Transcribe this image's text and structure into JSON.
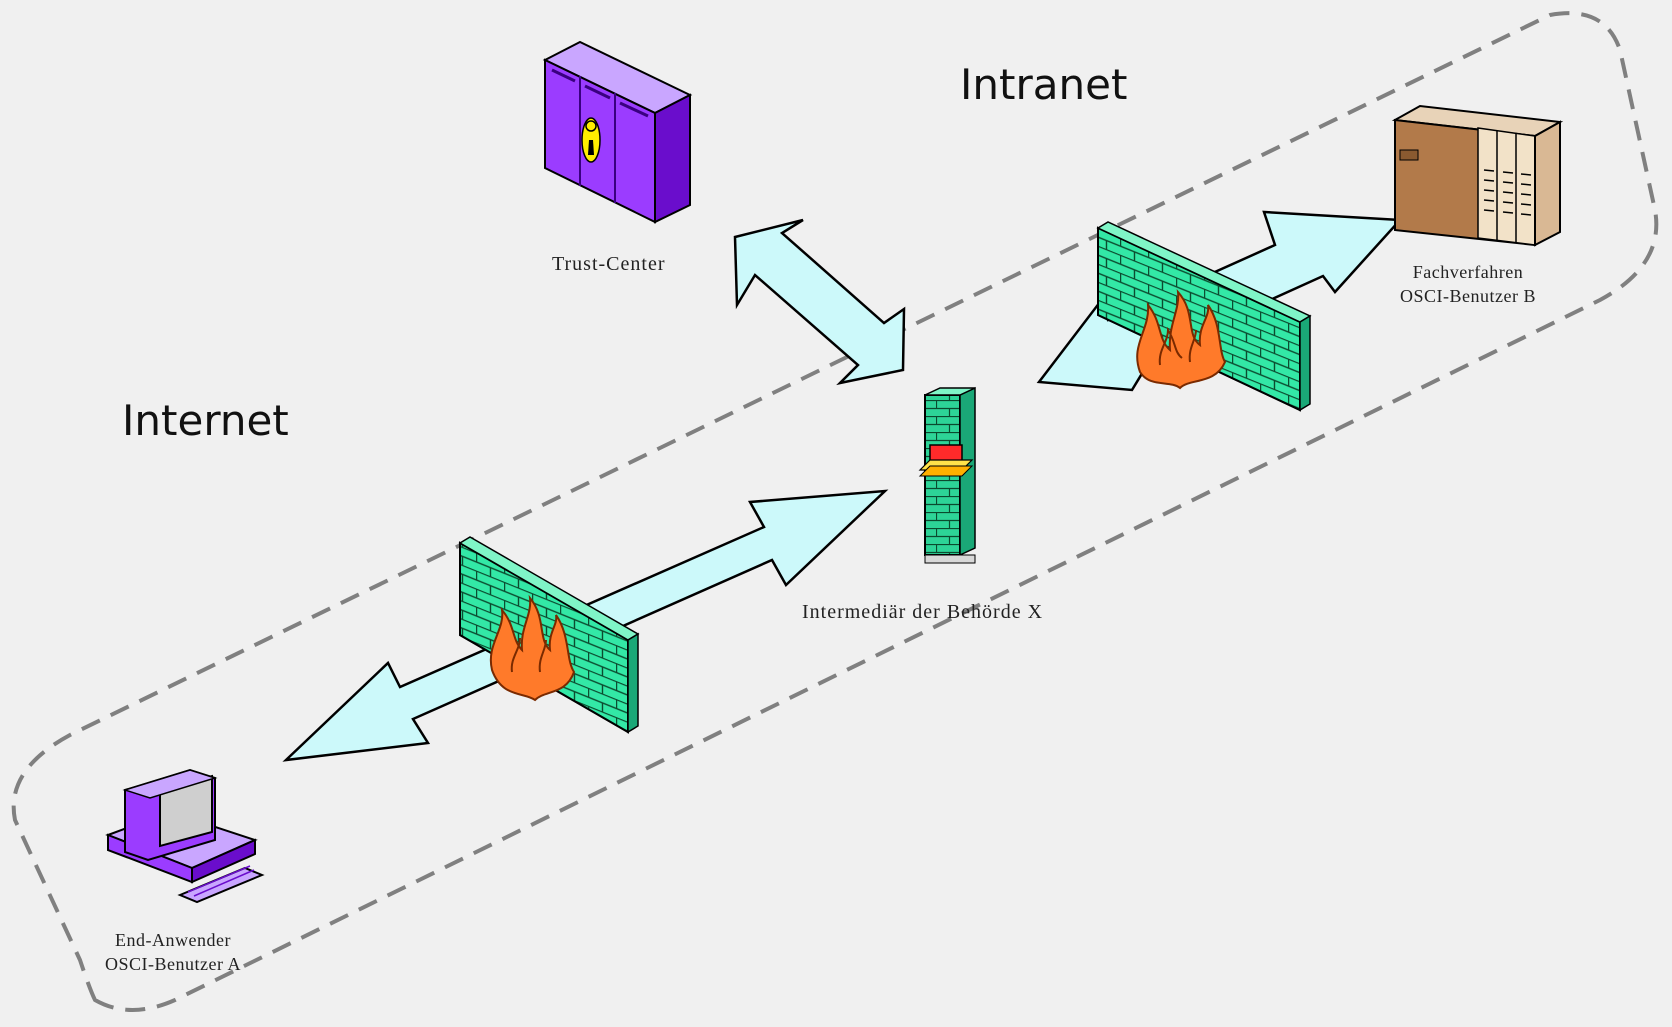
{
  "zones": {
    "intranet": "Intranet",
    "internet": "Internet"
  },
  "nodes": {
    "trust_center": {
      "label": "Trust-Center",
      "icon": "server-cabinet-key-icon"
    },
    "intermediary": {
      "label": "Intermediär der Behörde X",
      "icon": "server-rack-icon"
    },
    "fachverfahren": {
      "line1": "Fachverfahren",
      "line2": "OSCI-Benutzer B",
      "icon": "mainframe-icon"
    },
    "end_user": {
      "line1": "End-Anwender",
      "line2": "OSCI-Benutzer A",
      "icon": "desktop-computer-icon"
    }
  },
  "colors": {
    "background": "#f0f0f0",
    "arrow_fill": "#ccf9fa",
    "firewall": "#2ee6a0",
    "flame": "#ff7a2a",
    "dashed_border": "#808080",
    "trust_center": "#9933ff",
    "pc": "#9933ff",
    "mainframe": "#c8a27a"
  }
}
